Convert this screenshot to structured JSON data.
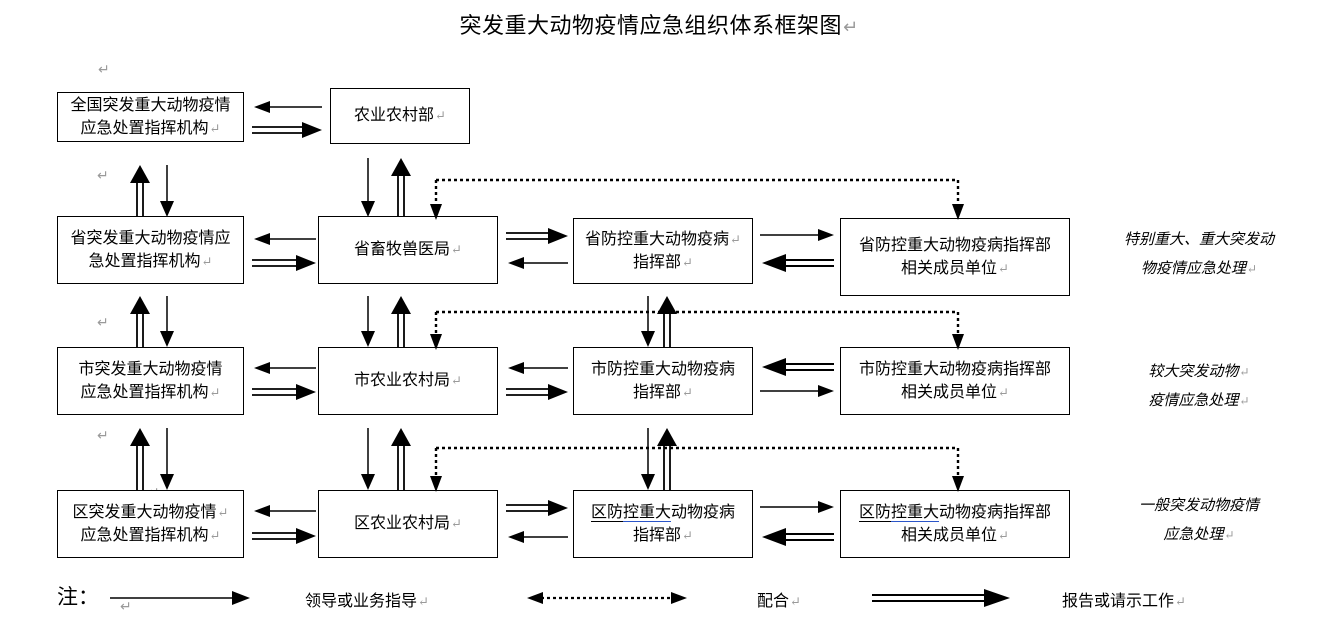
{
  "document": {
    "title": "突发重大动物疫情应急组织体系框架图",
    "pilcrow": "↵"
  },
  "rows": [
    {
      "level": "national",
      "command": {
        "lines": [
          "全国突发重大动物疫情",
          "应急处置指挥机构"
        ]
      },
      "agency": {
        "lines": [
          "农业农村部"
        ]
      },
      "hq": null,
      "members": null,
      "note": null
    },
    {
      "level": "province",
      "command": {
        "lines": [
          "省突发重大动物疫情应",
          "急处置指挥机构"
        ]
      },
      "agency": {
        "lines": [
          "省畜牧兽医局"
        ]
      },
      "hq": {
        "lines": [
          "省防控重大动物疫病",
          "指挥部"
        ]
      },
      "members": {
        "lines": [
          "省防控重大动物疫病指挥部",
          "相关成员单位"
        ]
      },
      "note": {
        "lines": [
          "特别重大、重大突发动",
          "物疫情应急处理"
        ]
      }
    },
    {
      "level": "city",
      "command": {
        "lines": [
          "市突发重大动物疫情",
          "应急处置指挥机构"
        ]
      },
      "agency": {
        "lines": [
          "市农业农村局"
        ]
      },
      "hq": {
        "lines": [
          "市防控重大动物疫病",
          "指挥部"
        ]
      },
      "members": {
        "lines": [
          "市防控重大动物疫病指挥部",
          "相关成员单位"
        ]
      },
      "note": {
        "lines": [
          "较大突发动物",
          "疫情应急处理"
        ]
      }
    },
    {
      "level": "district",
      "command": {
        "lines": [
          "区突发重大动物疫情",
          "应急处置指挥机构"
        ]
      },
      "agency": {
        "lines": [
          "区农业农村局"
        ]
      },
      "hq": {
        "lines": [
          "区防控重大动物疫病",
          "指挥部"
        ]
      },
      "members": {
        "lines": [
          "区防控重大动物疫病指挥部",
          "相关成员单位"
        ]
      },
      "note": {
        "lines": [
          "一般突发动物疫情",
          "应急处理"
        ]
      }
    }
  ],
  "legend": {
    "prefix": "注：",
    "items": [
      {
        "glyph": "thin-arrow",
        "label": "领导或业务指导"
      },
      {
        "glyph": "dotted-arrow",
        "label": "配合"
      },
      {
        "glyph": "double-arrow",
        "label": "报告或请示工作"
      }
    ]
  },
  "colors": {
    "line": "#000000",
    "spellcheck_underline": "#2b55c8",
    "pilcrow": "#9a9a9a",
    "background": "#ffffff"
  },
  "arrow_semantics": {
    "thin": "领导或业务指导",
    "double": "报告或请示工作",
    "dotted": "配合"
  }
}
